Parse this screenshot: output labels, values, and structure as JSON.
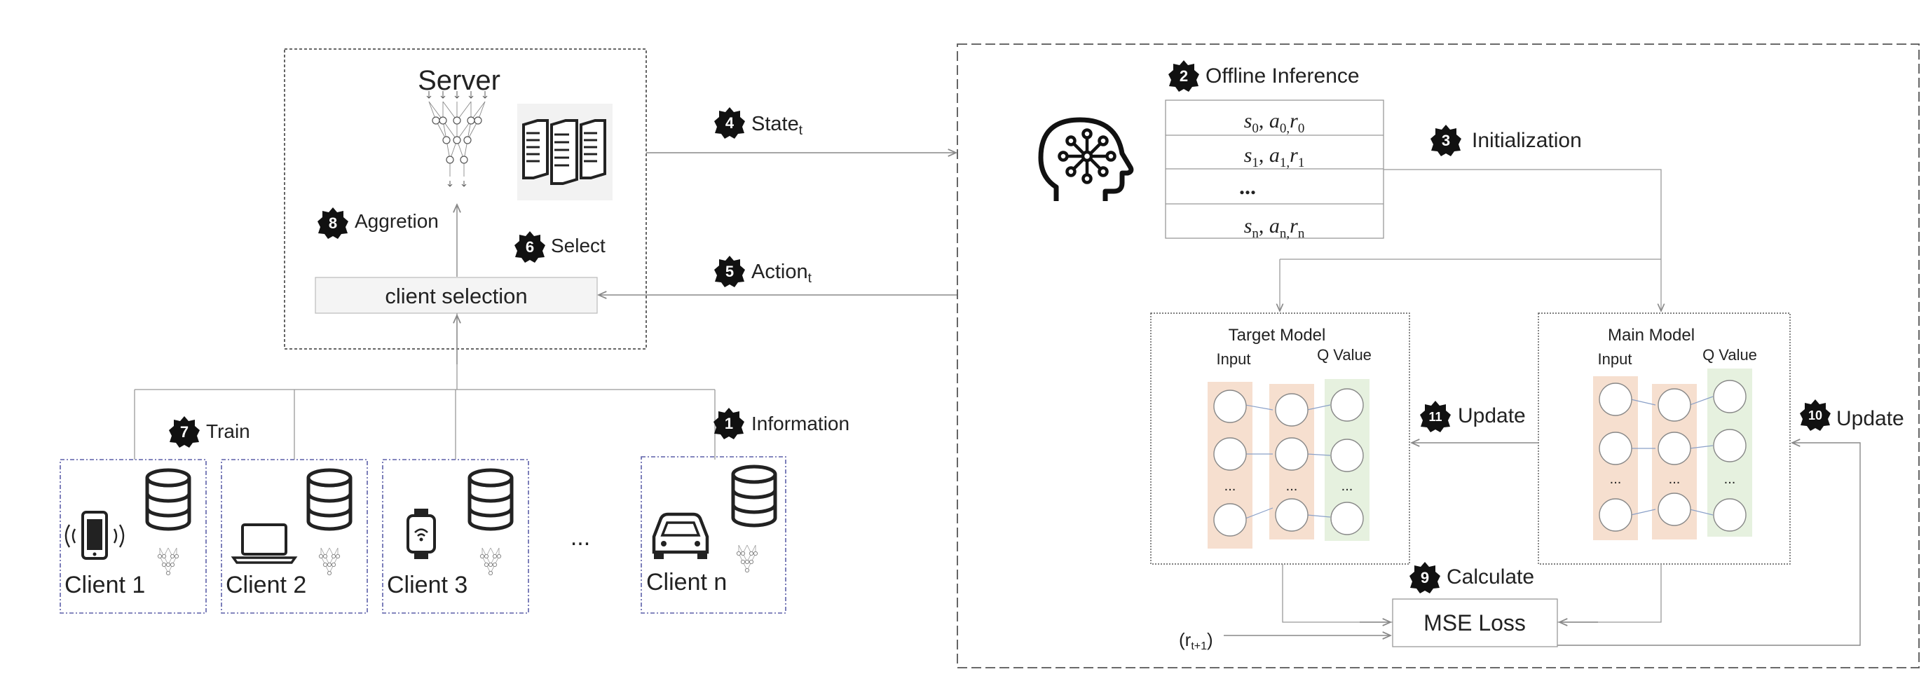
{
  "server": {
    "title": "Server",
    "selection_box": "client selection",
    "aggregation_label": "Aggretion",
    "select_label": "Select"
  },
  "clients": {
    "items": [
      "Client 1",
      "Client 2",
      "Client 3",
      "Client n"
    ],
    "ellipsis": "...",
    "train_label": "Train",
    "information_label": "Information",
    "icons": [
      "smartphone-icon",
      "laptop-icon",
      "smartwatch-icon",
      "car-icon"
    ]
  },
  "flow": {
    "state_label": "State",
    "state_sub": "t",
    "action_label": "Action",
    "action_sub": "t"
  },
  "offline": {
    "title": "Offline Inference",
    "initialization_label": "Initialization",
    "rows": [
      {
        "s": "s",
        "s_sub": "0",
        "a": "a",
        "a_sub": "0,",
        "r": "r",
        "r_sub": "0"
      },
      {
        "s": "s",
        "s_sub": "1",
        "a": "a",
        "a_sub": "1,",
        "r": "r",
        "r_sub": "1"
      },
      {
        "dots": "..."
      },
      {
        "s": "s",
        "s_sub": "n",
        "a": "a",
        "a_sub": "n,",
        "r": "r",
        "r_sub": "n"
      }
    ]
  },
  "models": {
    "target_title": "Target Model",
    "main_title": "Main Model",
    "input_label": "Input",
    "q_label": "Q Value",
    "dots": "..."
  },
  "loss": {
    "box_label": "MSE Loss",
    "calculate_label": "Calculate",
    "reward_label": "(r",
    "reward_sub": "t+1",
    "reward_close": ")"
  },
  "updates": {
    "update_11": "Update",
    "update_10": "Update"
  },
  "badges": {
    "info": "1",
    "offline": "2",
    "init": "3",
    "state": "4",
    "action": "5",
    "select": "6",
    "train": "7",
    "aggregation": "8",
    "calculate": "9",
    "update_main": "10",
    "update_target": "11"
  },
  "colors": {
    "input_column": "#f6dfcf",
    "hidden_column": "#f6dfcf",
    "q_column": "#e6f1df",
    "client_border": "#5b5fa8",
    "badge": "#111111"
  }
}
